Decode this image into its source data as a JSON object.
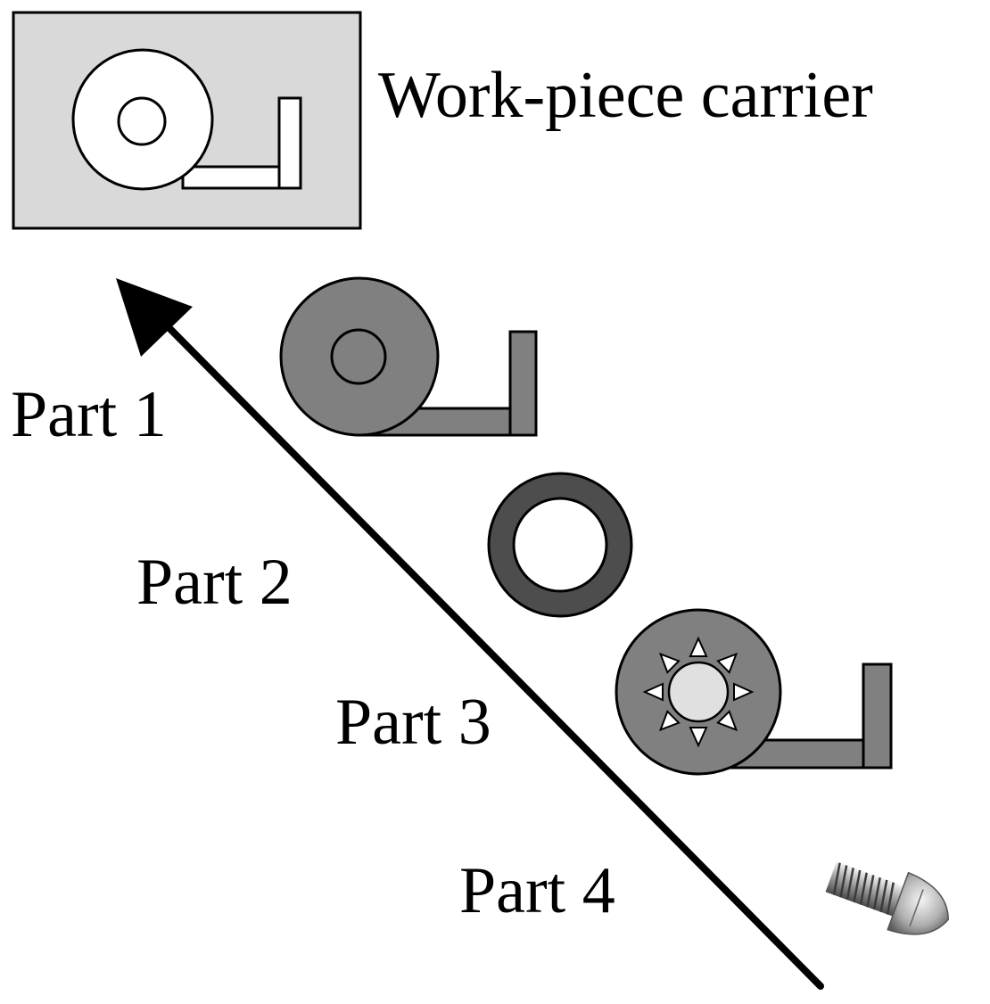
{
  "labels": {
    "carrier": "Work-piece carrier",
    "part1": "Part 1",
    "part2": "Part 2",
    "part3": "Part 3",
    "part4": "Part 4"
  },
  "colors": {
    "carrier_fill": "#d9d9d9",
    "part_fill": "#808080",
    "ring_fill": "#4d4d4d",
    "gear_hub": "#e0e0e0",
    "outline": "#000000"
  },
  "icons": {
    "assembly_direction": "arrow-up-left-icon",
    "screw": "screw-icon"
  }
}
